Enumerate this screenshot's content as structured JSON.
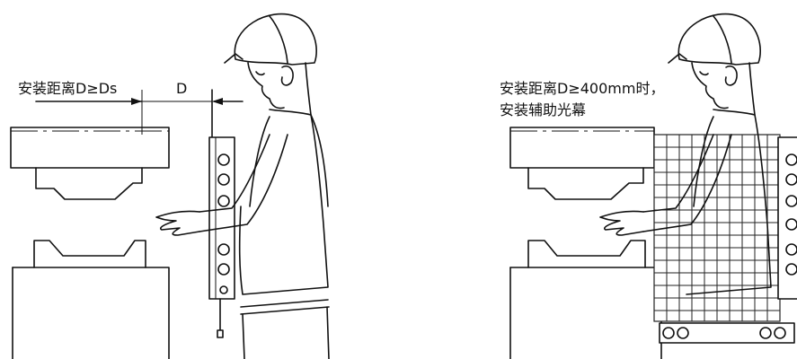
{
  "left_panel": {
    "caption": "安装距离D≥Ds",
    "dimension_label": "D"
  },
  "right_panel": {
    "caption_line1": "安装距离D≥400mm时，",
    "caption_line2": "安装辅助光幕"
  },
  "colors": {
    "ink": "#111111",
    "background": "#ffffff"
  },
  "icons": [
    "press-machine",
    "safety-light-curtain",
    "operator-figure",
    "auxiliary-light-curtain-grid"
  ]
}
